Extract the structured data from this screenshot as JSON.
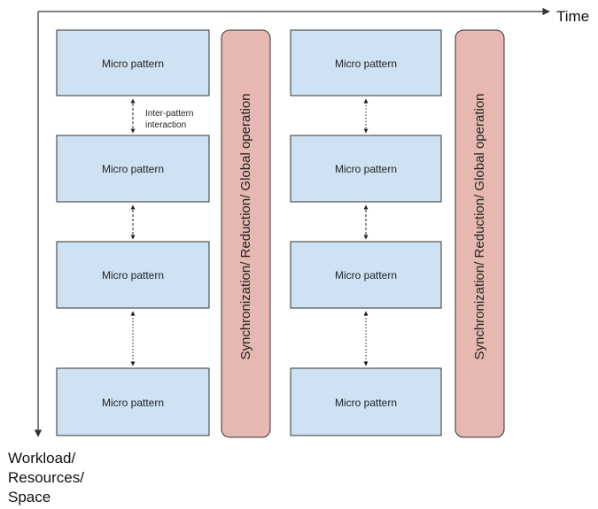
{
  "axes": {
    "time_label": "Time",
    "space_label_lines": [
      "Workload/",
      "Resources/",
      "Space"
    ]
  },
  "micro_pattern_label": "Micro pattern",
  "sync_bar_label": "Synchronization/ Reduction/ Global operation",
  "interaction_note_lines": [
    "Inter-pattern",
    "interaction"
  ],
  "colors": {
    "micro_fill": "#cfe2f3",
    "micro_stroke": "#333333",
    "sync_fill": "#e6b8b1",
    "sync_stroke": "#333333",
    "axis": "#333333"
  }
}
